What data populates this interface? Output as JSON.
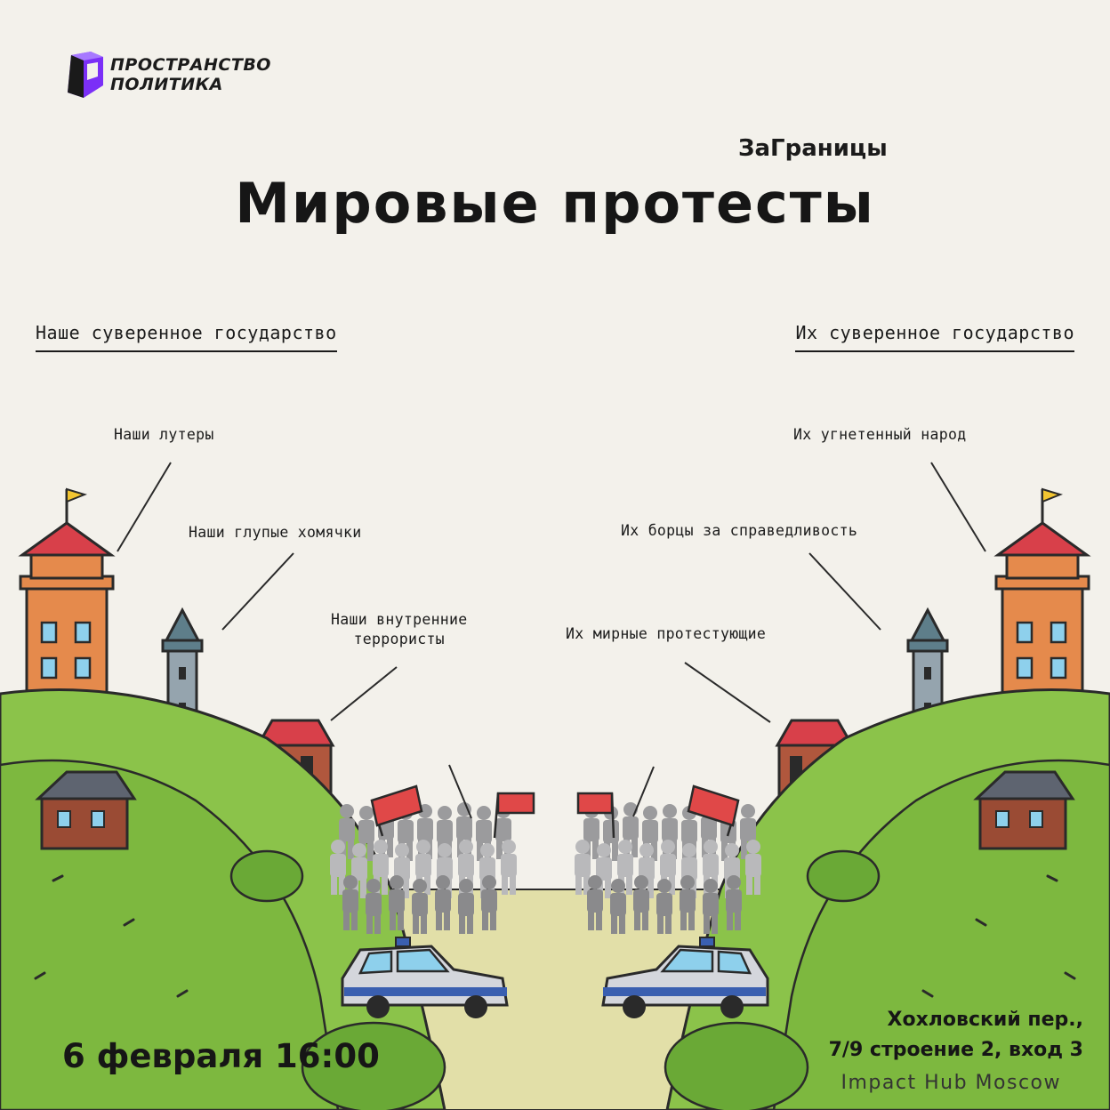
{
  "brand": {
    "line1": "ПРОСТРАНСТВО",
    "line2": "ПОЛИТИКА",
    "logo_icon": "cube-p-logo",
    "accent": "#7b2ff7"
  },
  "event": {
    "series": "ЗаГраницы",
    "title": "Мировые протесты",
    "date": "6 февраля 16:00",
    "address_line1": "Хохловский пер.,",
    "address_line2": "7/9 строение 2, вход 3",
    "venue": "Impact Hub Moscow"
  },
  "left": {
    "heading": "Наше суверенное государство",
    "labels": [
      "Наши лутеры",
      "Наши глупые хомячки",
      "Наши внутренние\nтеррористы"
    ]
  },
  "right": {
    "heading": "Их суверенное государство",
    "labels": [
      "Их угнетенный народ",
      "Их борцы за справедливость",
      "Их мирные протестующие"
    ]
  },
  "colors": {
    "background": "#f3f1eb",
    "grass": "#8bc34a",
    "road": "#e2dfa8",
    "flag": "#e04848",
    "tower": "#e58a4c",
    "roof": "#d8404a"
  }
}
